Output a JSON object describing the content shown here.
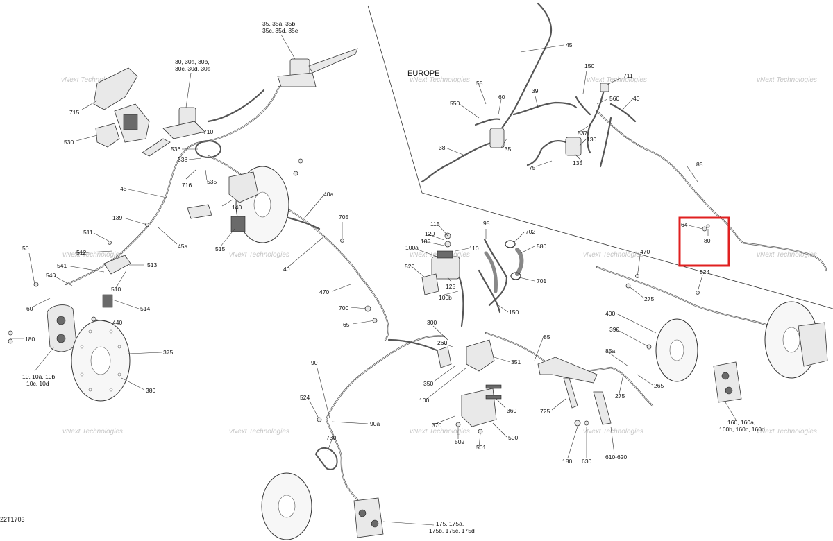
{
  "diagram_code": "22T1703",
  "region_label": "EUROPE",
  "watermark": "vNext Technologies",
  "highlight_color": "#e02020",
  "labels": {
    "l715": "715",
    "l530": "530",
    "l30": "30, 30a, 30b,",
    "l30b": "30c, 30d, 30e",
    "l35": "35, 35a, 35b,",
    "l35b": "35c, 35d, 35e",
    "l710": "710",
    "l536": "536",
    "l538": "538",
    "l716": "716",
    "l535": "535",
    "l45": "45",
    "l45a": "45a",
    "l139": "139",
    "l511": "511",
    "l512": "512",
    "l541": "541",
    "l513": "513",
    "l50": "50",
    "l540": "540",
    "l60": "60",
    "l510": "510",
    "l514": "514",
    "l440": "440",
    "l180": "180",
    "l375": "375",
    "l10": "10, 10a, 10b,",
    "l10b": "10c, 10d",
    "l380": "380",
    "l140": "140",
    "l515": "515",
    "l40a": "40a",
    "l40": "40",
    "l705": "705",
    "l470a": "470",
    "l700": "700",
    "l65": "65",
    "l90": "90",
    "l524a": "524",
    "l90a": "90a",
    "l730": "730",
    "l175": "175, 175a,",
    "l175b": "175b, 175c, 175d",
    "l115": "115",
    "l120": "120",
    "l105": "105",
    "l100a": "100a",
    "l110": "110",
    "l520": "520",
    "l125": "125",
    "l100b": "100b",
    "l95": "95",
    "l702": "702",
    "l580": "580",
    "l701": "701",
    "l150": "150",
    "l300": "300",
    "l260": "260",
    "l350": "350",
    "l100": "100",
    "l351": "351",
    "l85a": "85",
    "l370": "370",
    "l502": "502",
    "l501": "501",
    "l360": "360",
    "l500": "500",
    "l725": "725",
    "l85a2": "85a",
    "l275a": "275",
    "l265": "265",
    "l180b": "180",
    "l630": "630",
    "l610": "610-620",
    "l390": "390",
    "l400": "400",
    "l160": "160, 160a,",
    "l160b": "160b, 160c, 160d",
    "l470b": "470",
    "l275b": "275",
    "l524b": "524",
    "l64": "64",
    "l80": "80",
    "e55": "55",
    "e60": "60",
    "e550": "550",
    "e39": "39",
    "e45": "45",
    "e38": "38",
    "e135a": "135",
    "e150": "150",
    "e711": "711",
    "e560": "560",
    "e40": "40",
    "e537": "537",
    "e130": "130",
    "e75": "75",
    "e135b": "135",
    "e85": "85"
  }
}
